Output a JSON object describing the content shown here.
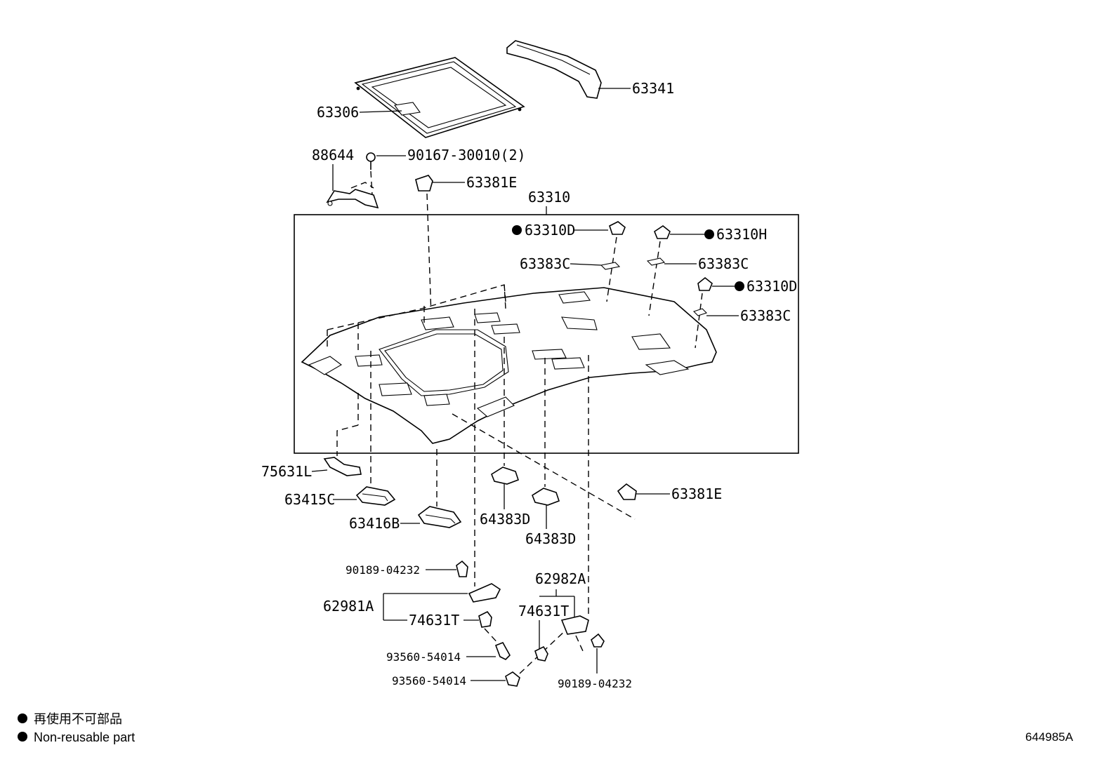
{
  "diagram": {
    "reference_number": "644985A",
    "parts": {
      "p63341": "63341",
      "p63306": "63306",
      "p88644": "88644",
      "p90167": "90167-30010(2)",
      "p63381E_top": "63381E",
      "p63310": "63310",
      "p63310D_a": "63310D",
      "p63310H": "63310H",
      "p63383C_a": "63383C",
      "p63383C_b": "63383C",
      "p63310D_b": "63310D",
      "p63383C_c": "63383C",
      "p75631L": "75631L",
      "p63415C": "63415C",
      "p63416B": "63416B",
      "p64383D_a": "64383D",
      "p64383D_b": "64383D",
      "p63381E_bottom": "63381E",
      "p90189_a": "90189-04232",
      "p62981A": "62981A",
      "p74631T_a": "74631T",
      "p62982A": "62982A",
      "p74631T_b": "74631T",
      "p93560_a": "93560-54014",
      "p93560_b": "93560-54014",
      "p90189_b": "90189-04232"
    },
    "legend": {
      "line_jp": "再使用不可部品",
      "line_en": "Non-reusable part",
      "marker": "filled-circle"
    }
  }
}
